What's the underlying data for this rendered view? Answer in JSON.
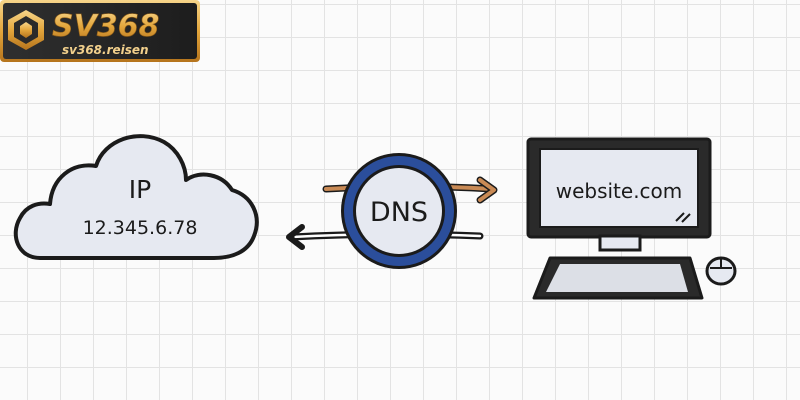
{
  "logo": {
    "brand": "SV368",
    "domain": "sv368.reisen"
  },
  "cloud": {
    "title": "IP",
    "address": "12.345.6.78"
  },
  "dns": {
    "label": "DNS"
  },
  "monitor": {
    "screen_text": "website.com"
  },
  "colors": {
    "cloud_fill": "#e6e9f1",
    "dns_ring": "#2b4e9b",
    "dns_fill": "#e6e9f1",
    "arrow_top": "#c98a55",
    "arrow_bottom": "#2b2b2b",
    "logo_gold": "#e3a63c",
    "logo_dark": "#2a2a2a"
  }
}
